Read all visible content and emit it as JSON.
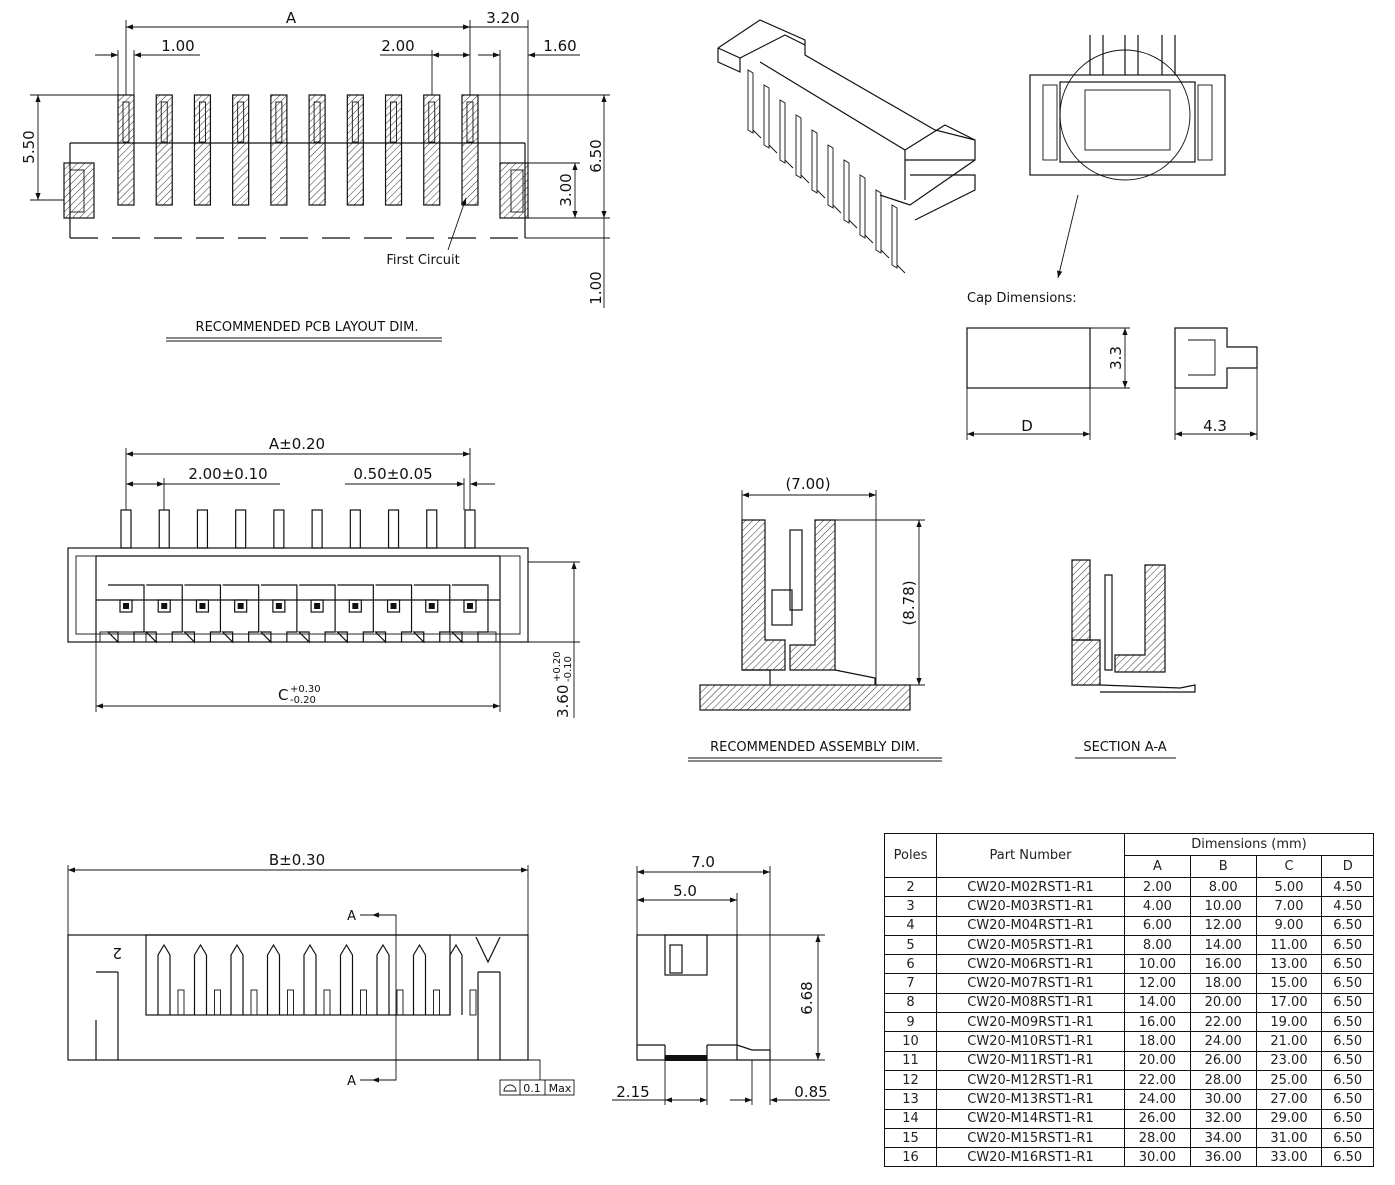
{
  "pcb_layout": {
    "dim_a": "A",
    "dim_320": "3.20",
    "dim_100_top": "1.00",
    "dim_200": "2.00",
    "dim_160": "1.60",
    "dim_550": "5.50",
    "dim_650": "6.50",
    "dim_300": "3.00",
    "dim_100_side": "1.00",
    "first_circuit": "First Circuit",
    "caption": "RECOMMENDED PCB LAYOUT DIM."
  },
  "top_view": {
    "dim_a": "A±0.20",
    "dim_pitch": "2.00±0.10",
    "dim_pin": "0.50±0.05",
    "dim_c": "C",
    "dim_c_tol_plus": "+0.30",
    "dim_c_tol_minus": "-0.20",
    "dim_h": "3.60",
    "dim_h_tol_plus": "+0.20",
    "dim_h_tol_minus": "-0.10"
  },
  "front_view": {
    "dim_b": "B±0.30",
    "section_mark_top": "A",
    "section_mark_bottom": "A",
    "pin_number": "2",
    "flatness_value": "0.1",
    "flatness_max": "Max"
  },
  "side_view": {
    "dim_70": "7.0",
    "dim_50": "5.0",
    "dim_668": "6.68",
    "dim_215": "2.15",
    "dim_085": "0.85"
  },
  "cap": {
    "title": "Cap Dimensions:",
    "dim_33": "3.3",
    "dim_d": "D",
    "dim_43": "4.3"
  },
  "assembly": {
    "dim_700": "(7.00)",
    "dim_878": "(8.78)",
    "caption": "RECOMMENDED ASSEMBLY DIM.",
    "section_caption": "SECTION A-A"
  },
  "table": {
    "headers": {
      "poles": "Poles",
      "part_number": "Part Number",
      "dimensions": "Dimensions (mm)",
      "a": "A",
      "b": "B",
      "c": "C",
      "d": "D"
    },
    "rows": [
      [
        "2",
        "CW20-M02RST1-R1",
        "2.00",
        "8.00",
        "5.00",
        "4.50"
      ],
      [
        "3",
        "CW20-M03RST1-R1",
        "4.00",
        "10.00",
        "7.00",
        "4.50"
      ],
      [
        "4",
        "CW20-M04RST1-R1",
        "6.00",
        "12.00",
        "9.00",
        "6.50"
      ],
      [
        "5",
        "CW20-M05RST1-R1",
        "8.00",
        "14.00",
        "11.00",
        "6.50"
      ],
      [
        "6",
        "CW20-M06RST1-R1",
        "10.00",
        "16.00",
        "13.00",
        "6.50"
      ],
      [
        "7",
        "CW20-M07RST1-R1",
        "12.00",
        "18.00",
        "15.00",
        "6.50"
      ],
      [
        "8",
        "CW20-M08RST1-R1",
        "14.00",
        "20.00",
        "17.00",
        "6.50"
      ],
      [
        "9",
        "CW20-M09RST1-R1",
        "16.00",
        "22.00",
        "19.00",
        "6.50"
      ],
      [
        "10",
        "CW20-M10RST1-R1",
        "18.00",
        "24.00",
        "21.00",
        "6.50"
      ],
      [
        "11",
        "CW20-M11RST1-R1",
        "20.00",
        "26.00",
        "23.00",
        "6.50"
      ],
      [
        "12",
        "CW20-M12RST1-R1",
        "22.00",
        "28.00",
        "25.00",
        "6.50"
      ],
      [
        "13",
        "CW20-M13RST1-R1",
        "24.00",
        "30.00",
        "27.00",
        "6.50"
      ],
      [
        "14",
        "CW20-M14RST1-R1",
        "26.00",
        "32.00",
        "29.00",
        "6.50"
      ],
      [
        "15",
        "CW20-M15RST1-R1",
        "28.00",
        "34.00",
        "31.00",
        "6.50"
      ],
      [
        "16",
        "CW20-M16RST1-R1",
        "30.00",
        "36.00",
        "33.00",
        "6.50"
      ]
    ]
  }
}
